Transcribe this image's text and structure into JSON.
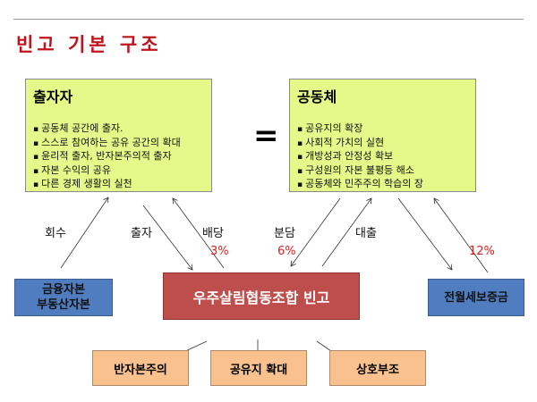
{
  "title": "빈고 기본 구조",
  "investor_box": {
    "heading": "출자자",
    "bullets": [
      "공동체 공간에 출자.",
      "스스로 참여하는 공유 공간의 확대",
      "윤리적 출자, 반자본주의적 출자",
      "자본 수익의  공유",
      "다른 경제 생활의  실천"
    ]
  },
  "equals": "=",
  "community_box": {
    "heading": "공동체",
    "bullets": [
      "공유지의 확장",
      "사회적 가치의 실현",
      "개방성과 안정성 확보",
      "구성원의 자본 불평등  해소",
      "공동체와 민주주의 학습의 장"
    ]
  },
  "flows": {
    "recovery": "회수",
    "investment": "출자",
    "dividend": "배당",
    "dividend_rate": "3%",
    "contribution": "분담",
    "contribution_rate": "6%",
    "loan": "대출",
    "deposit_rate": "12%"
  },
  "nodes": {
    "finance_capital": [
      "금융자본",
      "부동산자본"
    ],
    "center": "우주살림협동조합  빈고",
    "deposit": "전월세보증금"
  },
  "outcomes": [
    "반자본주의",
    "공유지 확대",
    "상호부조"
  ],
  "colors": {
    "title": "#c0141c",
    "green_box": "#e4f98a",
    "blue_box": "#4f7dbf",
    "red_box": "#bd4e4b",
    "orange_box": "#f8c18d",
    "rate": "#e02020"
  }
}
